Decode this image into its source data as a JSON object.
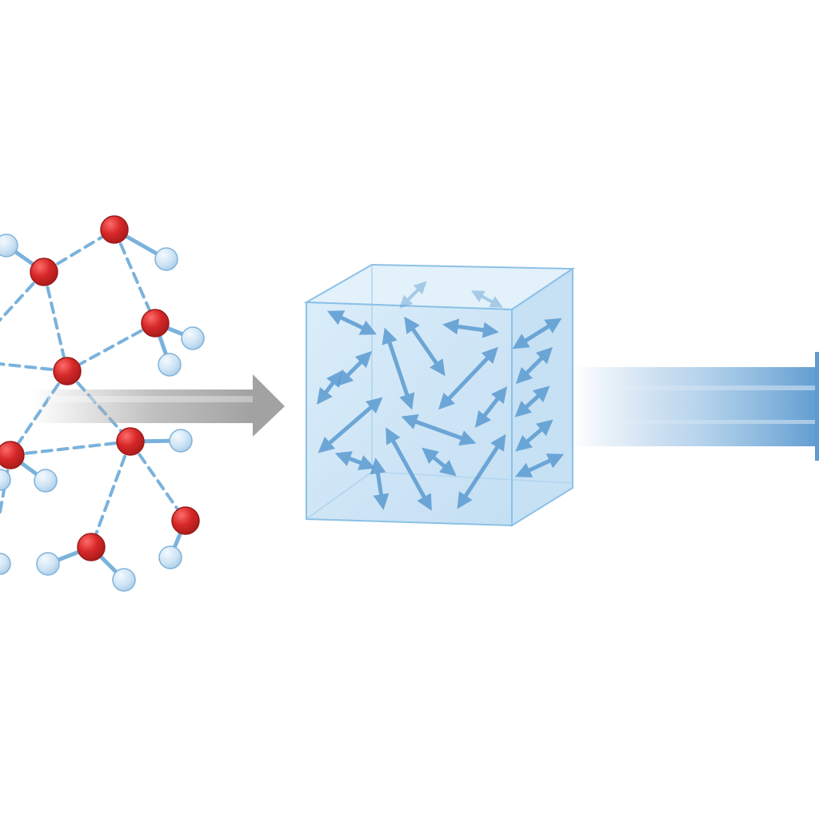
{
  "diagram": {
    "stages": [
      "molecular-network",
      "transition-arrow",
      "cube",
      "output-beam"
    ],
    "molecule": {
      "oxygen_color": "#d32a2a",
      "oxygen_outline": "#9c1a1a",
      "hydrogen_color": "#cfe4f4",
      "hydrogen_outline": "#7fb3db",
      "bond_color": "#7ab2dc",
      "hydrogen_bond_style": "dashed"
    },
    "transition_arrow": {
      "color": "#a9a9a9",
      "direction": "right"
    },
    "cube": {
      "fill": "#cfe6f7",
      "edge": "#8cc1e6",
      "inner_arrow_color": "#5b9bd1"
    },
    "output_beam": {
      "color": "#6aa4d6",
      "direction": "right"
    }
  }
}
